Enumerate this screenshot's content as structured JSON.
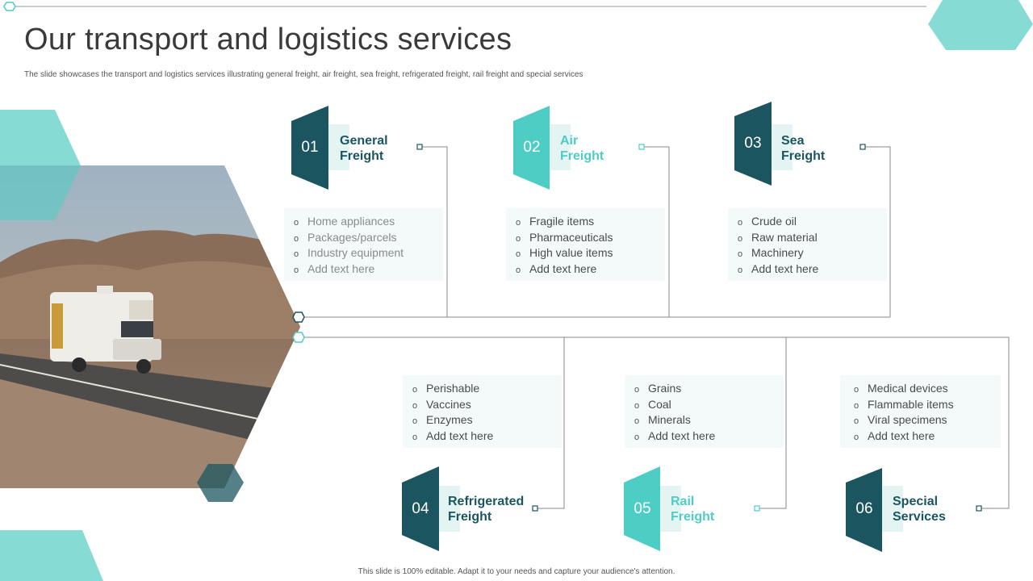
{
  "slide": {
    "title": "Our transport and logistics services",
    "subtitle": "The slide showcases the transport and logistics services illustrating general freight, air freight, sea freight, refrigerated freight, rail freight and special services",
    "footer": "This slide is 100% editable. Adapt it to your needs and capture your audience's attention."
  },
  "colors": {
    "teal_dark": "#1b5560",
    "teal_light": "#4ecdc4",
    "teal_pale": "#7fdbd5",
    "box_bg": "#f4fafa"
  },
  "photo": {
    "name": "camper-van-on-desert-road-photo"
  },
  "services": [
    {
      "num": "01",
      "line1": "General",
      "line2": "Freight",
      "items": [
        "Home appliances",
        "Packages/parcels",
        "Industry equipment",
        "Add text here"
      ]
    },
    {
      "num": "02",
      "line1": "Air",
      "line2": "Freight",
      "items": [
        "Fragile items",
        "Pharmaceuticals",
        "High value items",
        "Add text here"
      ]
    },
    {
      "num": "03",
      "line1": "Sea",
      "line2": "Freight",
      "items": [
        "Crude oil",
        "Raw material",
        "Machinery",
        "Add text here"
      ]
    },
    {
      "num": "04",
      "line1": "Refrigerated",
      "line2": "Freight",
      "items": [
        "Perishable",
        "Vaccines",
        "Enzymes",
        "Add text here"
      ]
    },
    {
      "num": "05",
      "line1": "Rail",
      "line2": "Freight",
      "items": [
        "Grains",
        "Coal",
        "Minerals",
        "Add text here"
      ]
    },
    {
      "num": "06",
      "line1": "Special",
      "line2": "Services",
      "items": [
        "Medical devices",
        "Flammable items",
        "Viral specimens",
        "Add text here"
      ]
    }
  ]
}
